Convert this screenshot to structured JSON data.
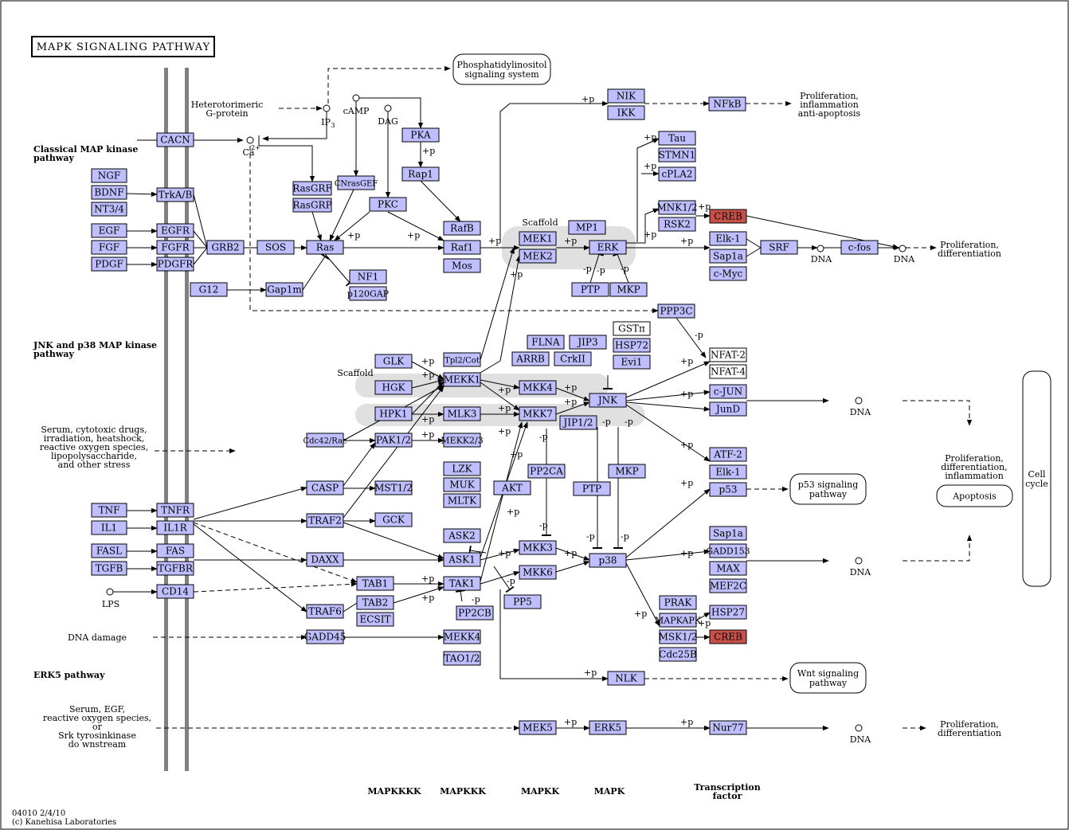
{
  "title": "MAPK SIGNALING PATHWAY",
  "footer": {
    "code": "04010 2/4/10",
    "copyright": "(c) Kanehisa Laboratories"
  },
  "colors": {
    "node_fill": "#bfbfff",
    "highlight_fill": "#c8504a",
    "white_fill": "#ffffff",
    "membrane": "#808080",
    "scaffold": "#e0e0e0",
    "line": "#000000"
  },
  "section_labels": {
    "classical": [
      "Classical MAP kinase",
      "pathway"
    ],
    "jnk": [
      "JNK and p38 MAP kinase",
      "pathway"
    ],
    "erk5": [
      "ERK5 pathway"
    ]
  },
  "tier_labels": {
    "mapkkkk": "MAPKKKK",
    "mapkkk": "MAPKKK",
    "mapkk": "MAPKK",
    "mapk": "MAPK",
    "tf": [
      "Transcription",
      "factor"
    ]
  },
  "nodes": {
    "CACN": "CACN",
    "NGF": "NGF",
    "BDNF": "BDNF",
    "NT34": "NT3/4",
    "TRKAB": "TrkA/B",
    "EGF": "EGF",
    "EGFR": "EGFR",
    "FGF": "FGF",
    "FGFR": "FGFR",
    "PDGF": "PDGF",
    "PDGFR": "PDGFR",
    "GRB2": "GRB2",
    "SOS": "SOS",
    "RAS": "Ras",
    "RASGRF": "RasGRF",
    "RASGRP": "RasGRP",
    "CNRASGEF": "CNrasGEF",
    "PKA": "PKA",
    "RAP1": "Rap1",
    "PKC": "PKC",
    "RAFB": "RafB",
    "RAF1": "Raf1",
    "MOS": "Mos",
    "NF1": "NF1",
    "P120GAP": "p120GAP",
    "G12": "G12",
    "GAP1M": "Gap1m",
    "MP1": "MP1",
    "MEK1": "MEK1",
    "MEK2": "MEK2",
    "ERK": "ERK",
    "PTP": "PTP",
    "MKP": "MKP",
    "NIK": "NIK",
    "IKK": "IKK",
    "NFKB": "NFkB",
    "TAU": "Tau",
    "STMN1": "STMN1",
    "CPLA2": "cPLA2",
    "MNK12": "MNK1/2",
    "RSK2": "RSK2",
    "CREB": "CREB",
    "ELK1": "Elk-1",
    "SAP1A": "Sap1a",
    "CMYC": "c-Myc",
    "SRF": "SRF",
    "CFOS": "c-fos",
    "PPP3C": "PPP3C",
    "NFAT2": "NFAT-2",
    "NFAT4": "NFAT-4",
    "GSTPI": "GSTπ",
    "HSP72": "HSP72",
    "EVI1": "Evi1",
    "FLNA": "FLNA",
    "JIP3": "JIP3",
    "ARRB": "ARRB",
    "CRKII": "CrkII",
    "GLK": "GLK",
    "TPL2": "Tpl2/Cot",
    "MEKK1": "MEKK1",
    "HGK": "HGK",
    "HPK1": "HPK1",
    "MLK3": "MLK3",
    "MKK4": "MKK4",
    "MKK7": "MKK7",
    "JNK": "JNK",
    "JIP12": "JIP1/2",
    "CDC42": "Cdc42/Rac",
    "PAK12": "PAK1/2",
    "MEKK23": "MEKK2/3",
    "CJUN": "c-JUN",
    "JUND": "JunD",
    "ATF2": "ATF-2",
    "ELK1B": "Elk-1",
    "P53": "p53",
    "LZK": "LZK",
    "MUK": "MUK",
    "MLTK": "MLTK",
    "AKT": "AKT",
    "PP2CA": "PP2CA",
    "PTP2": "PTP",
    "MKP2": "MKP",
    "TNF": "TNF",
    "TNFR": "TNFR",
    "IL1": "IL1",
    "IL1R": "IL1R",
    "FASL": "FASL",
    "FAS": "FAS",
    "TGFB": "TGFB",
    "TGFBR": "TGFBR",
    "CD14": "CD14",
    "CASP": "CASP",
    "MST12": "MST1/2",
    "TRAF2": "TRAF2",
    "GCK": "GCK",
    "ASK2": "ASK2",
    "DAXX": "DAXX",
    "ASK1": "ASK1",
    "MKK3": "MKK3",
    "MKK6": "MKK6",
    "P38": "p38",
    "TAB1": "TAB1",
    "TAK1": "TAK1",
    "TAB2": "TAB2",
    "TRAF6": "TRAF6",
    "ECSIT": "ECSIT",
    "PP2CB": "PP2CB",
    "PP5": "PP5",
    "SAP1A2": "Sap1a",
    "GADD153": "GADD153",
    "MAX": "MAX",
    "MEF2C": "MEF2C",
    "PRAK": "PRAK",
    "MAPKAPK": "MAPKAPK",
    "MSK12": "MSK1/2",
    "CDC25B": "Cdc25B",
    "HSP27": "HSP27",
    "CREB2": "CREB",
    "GADD45": "GADD45",
    "MEKK4": "MEKK4",
    "TAO12": "TAO1/2",
    "NLK": "NLK",
    "MEK5": "MEK5",
    "ERK5": "ERK5",
    "NUR77": "Nur77"
  },
  "rounded_nodes": {
    "pis": [
      "Phosphatidylinositol",
      "signaling system"
    ],
    "p53sig": [
      "p53 signaling",
      "pathway"
    ],
    "wnt": [
      "Wnt signaling",
      "pathway"
    ],
    "apoptosis": [
      "Apoptosis"
    ],
    "cellcycle": [
      "Cell",
      "cycle"
    ]
  },
  "texts": {
    "gprotein": [
      "Heterotorimeric",
      "G-protein"
    ],
    "ip3": "IP",
    "ip3_sub": "3",
    "camp": "cAMP",
    "dag": "DAG",
    "ca": "Ca",
    "ca_sup": "2+",
    "scaffold1": "Scaffold",
    "scaffold2": "Scaffold",
    "out_nfkb": [
      "Proliferation,",
      "inflammation",
      "anti-apoptosis"
    ],
    "out_top": [
      "Proliferation,",
      "differentiation"
    ],
    "dna1": "DNA",
    "dna2": "DNA",
    "dna3": "DNA",
    "dna4": "DNA",
    "dna5": "DNA",
    "stress": [
      "Serum, cytotoxic drugs,",
      "irradiation, heatshock,",
      "reactive oxygen species,",
      "lipopolysaccharide,",
      "and other stress"
    ],
    "out_mid": [
      "Proliferation,",
      "differentiation,",
      "inflammation"
    ],
    "lps": "LPS",
    "dna_damage": "DNA damage",
    "erk5_in": [
      "Serum, EGF,",
      "reactive oxygen species,",
      "or",
      "Srk tyrosinkinase",
      "do wnstream"
    ],
    "out_erk5": [
      "Proliferation,",
      "differentiation"
    ]
  },
  "edge_labels": {
    "plus_p": "+p",
    "minus_p": "-p"
  }
}
